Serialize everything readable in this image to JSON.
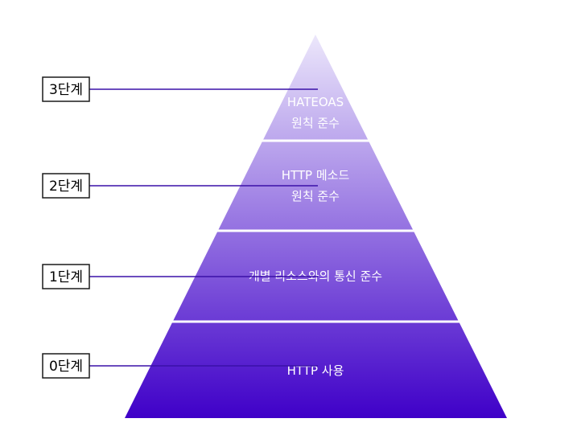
{
  "diagram": {
    "levels": [
      {
        "label": "0단계",
        "lines": [
          "HTTP 사용"
        ]
      },
      {
        "label": "1단계",
        "lines": [
          "개별 리소스와의 통신 준수"
        ]
      },
      {
        "label": "2단계",
        "lines": [
          "HTTP 메소드",
          "원칙 준수"
        ]
      },
      {
        "label": "3단계",
        "lines": [
          "HATEOAS",
          "원칙 준수"
        ]
      }
    ],
    "colors": {
      "top": "#ece7fb",
      "bottom": "#3f00c8",
      "line": "#3a10a8",
      "box_border": "#1a1a1a",
      "separator": "#ffffff"
    }
  }
}
